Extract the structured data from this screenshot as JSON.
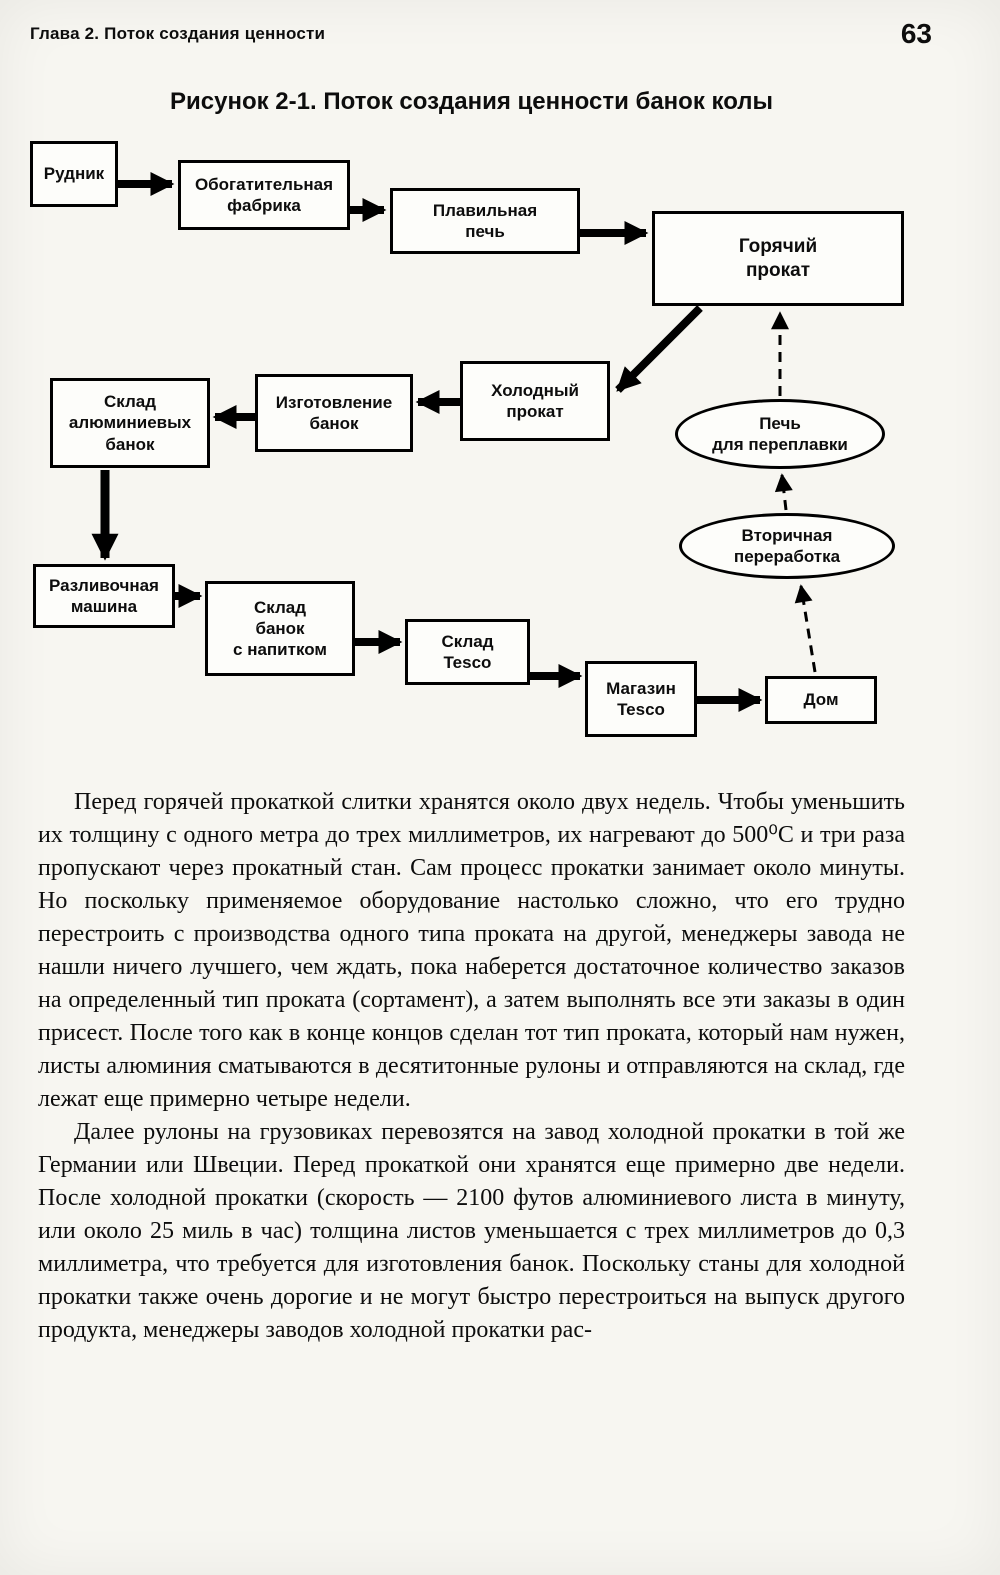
{
  "palette": {
    "paper": "#f7f6f1",
    "ink": "#0d0d0d",
    "box_fill": "#fdfdfa",
    "box_border": "#000000"
  },
  "page": {
    "header_left": "Глава 2. Поток создания ценности",
    "page_number": "63"
  },
  "figure": {
    "caption": "Рисунок 2-1. Поток создания ценности банок колы",
    "nodes": {
      "mine": "Рудник",
      "enrichment": "Обогатительная\nфабрика",
      "smelter": "Плавильная\nпечь",
      "hot_rolling": "Горячий\nпрокат",
      "cold_rolling": "Холодный\nпрокат",
      "can_making": "Изготовление\nбанок",
      "can_warehouse": "Склад\nалюминиевых\nбанок",
      "remelt_furnace": "Печь\nдля переплавки",
      "recycling": "Вторичная\nпереработка",
      "filling_machine": "Разливочная\nмашина",
      "filled_warehouse": "Склад\nбанок\nс напитком",
      "tesco_warehouse": "Склад\nTesco",
      "tesco_store": "Магазин\nTesco",
      "home": "Дом"
    }
  },
  "body": {
    "paragraph_1": "Перед горячей прокаткой слитки хранятся около двух недель. Чтобы уменьшить их толщину с одного метра до трех миллиметров, их нагревают до 500⁰С и три раза пропускают через прокатный стан. Сам процесс прокатки занимает около минуты. Но поскольку применяемое оборудование настолько сложно, что его трудно перестроить с производства одного типа проката на другой, менеджеры завода не нашли ничего лучшего, чем ждать, пока наберется достаточное количество заказов на определенный тип проката (сортамент), а затем выполнять все эти заказы в один присест. После того как в конце концов сделан тот тип проката, который нам нужен, листы алюминия сматываются в десятитонные рулоны и отправляются на склад, где лежат еще примерно четыре недели.",
    "paragraph_2": "Далее рулоны на грузовиках перевозятся на завод холодной прокатки в той же Германии или Швеции. Перед прокаткой они хранятся еще примерно две недели. После холодной прокатки (скорость — 2100 футов алюминиевого листа в минуту, или около 25 миль в час) толщина листов уменьшается с трех миллиметров до 0,3 миллиметра, что требуется для изготовления банок. Поскольку станы для холодной прокатки также очень дорогие и не могут быстро перестроиться на выпуск другого продукта, менеджеры заводов холодной прокатки рас-"
  }
}
